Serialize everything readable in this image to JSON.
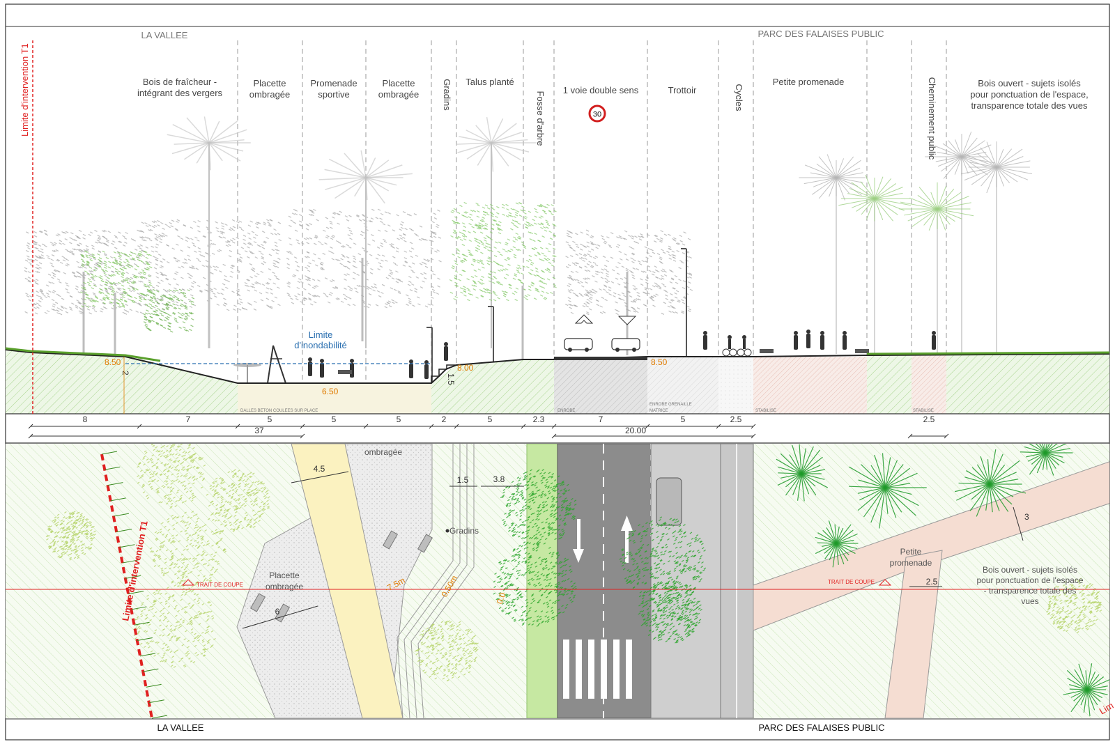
{
  "section": {
    "left_area": "LA VALLEE",
    "right_area": "PARC DES FALAISES PUBLIC",
    "limit_label": "Limite d'intervention T1",
    "flood_limit": [
      "Limite",
      "d'inondabilité"
    ],
    "speed_sign": "30",
    "zones": [
      {
        "lines": [
          "Bois de fraîcheur -",
          "intégrant des vergers"
        ]
      },
      {
        "lines": [
          "Placette",
          "ombragée"
        ]
      },
      {
        "lines": [
          "Promenade",
          "sportive"
        ]
      },
      {
        "lines": [
          "Placette",
          "ombragée"
        ]
      },
      {
        "lines": [
          "Gradins"
        ],
        "vertical": true
      },
      {
        "lines": [
          "Talus planté"
        ]
      },
      {
        "lines": [
          "Fosse d'arbre"
        ],
        "vertical": true
      },
      {
        "lines": [
          "1 voie double sens"
        ]
      },
      {
        "lines": [
          "Trottoir"
        ]
      },
      {
        "lines": [
          "Cycles"
        ],
        "vertical": true
      },
      {
        "lines": [
          "Petite promenade"
        ]
      },
      {
        "lines": [
          "Cheminement public"
        ],
        "vertical": true
      },
      {
        "lines": [
          "Bois ouvert - sujets isolés",
          "pour ponctuation de l'espace,",
          "transparence totale des vues"
        ]
      }
    ],
    "elevations": [
      "8.50",
      "6.50",
      "8.00",
      "8.50"
    ],
    "small_dims": [
      "2",
      "1.5"
    ],
    "material_notes": [
      "DALLES BETON COULEES SUR PLACE",
      "ENROBE",
      "ENROBE GRENAILLE",
      "MATRICE",
      "STABILISE",
      "STABILISE"
    ],
    "dimensions": [
      "8",
      "7",
      "5",
      "5",
      "5",
      "2",
      "5",
      "2.3",
      "7",
      "5",
      "2.5",
      "2.5"
    ],
    "totals": [
      "37",
      "20.00"
    ]
  },
  "plan": {
    "left_area": "LA VALLEE",
    "right_area": "PARC DES FALAISES PUBLIC",
    "limit_label": "Limite d'intervention T1",
    "cut_label": "TRAIT DE COUPE",
    "labels": {
      "placette_top": "ombragée",
      "placette": [
        "Placette",
        "ombragée"
      ],
      "gradins": "Gradins",
      "petite_promenade": [
        "Petite",
        "promenade"
      ],
      "bois_ouvert": [
        "Bois ouvert - sujets isolés",
        "pour ponctuation de l'espace",
        "- transparence totale des",
        "vues"
      ],
      "elev_a": "-7.5m",
      "elev_b": "0.50m",
      "elev_c": "0.0"
    },
    "dims": [
      "4.5",
      "1.5",
      "3.8",
      "6",
      "3",
      "2.5"
    ],
    "corner_text": "Lim"
  }
}
